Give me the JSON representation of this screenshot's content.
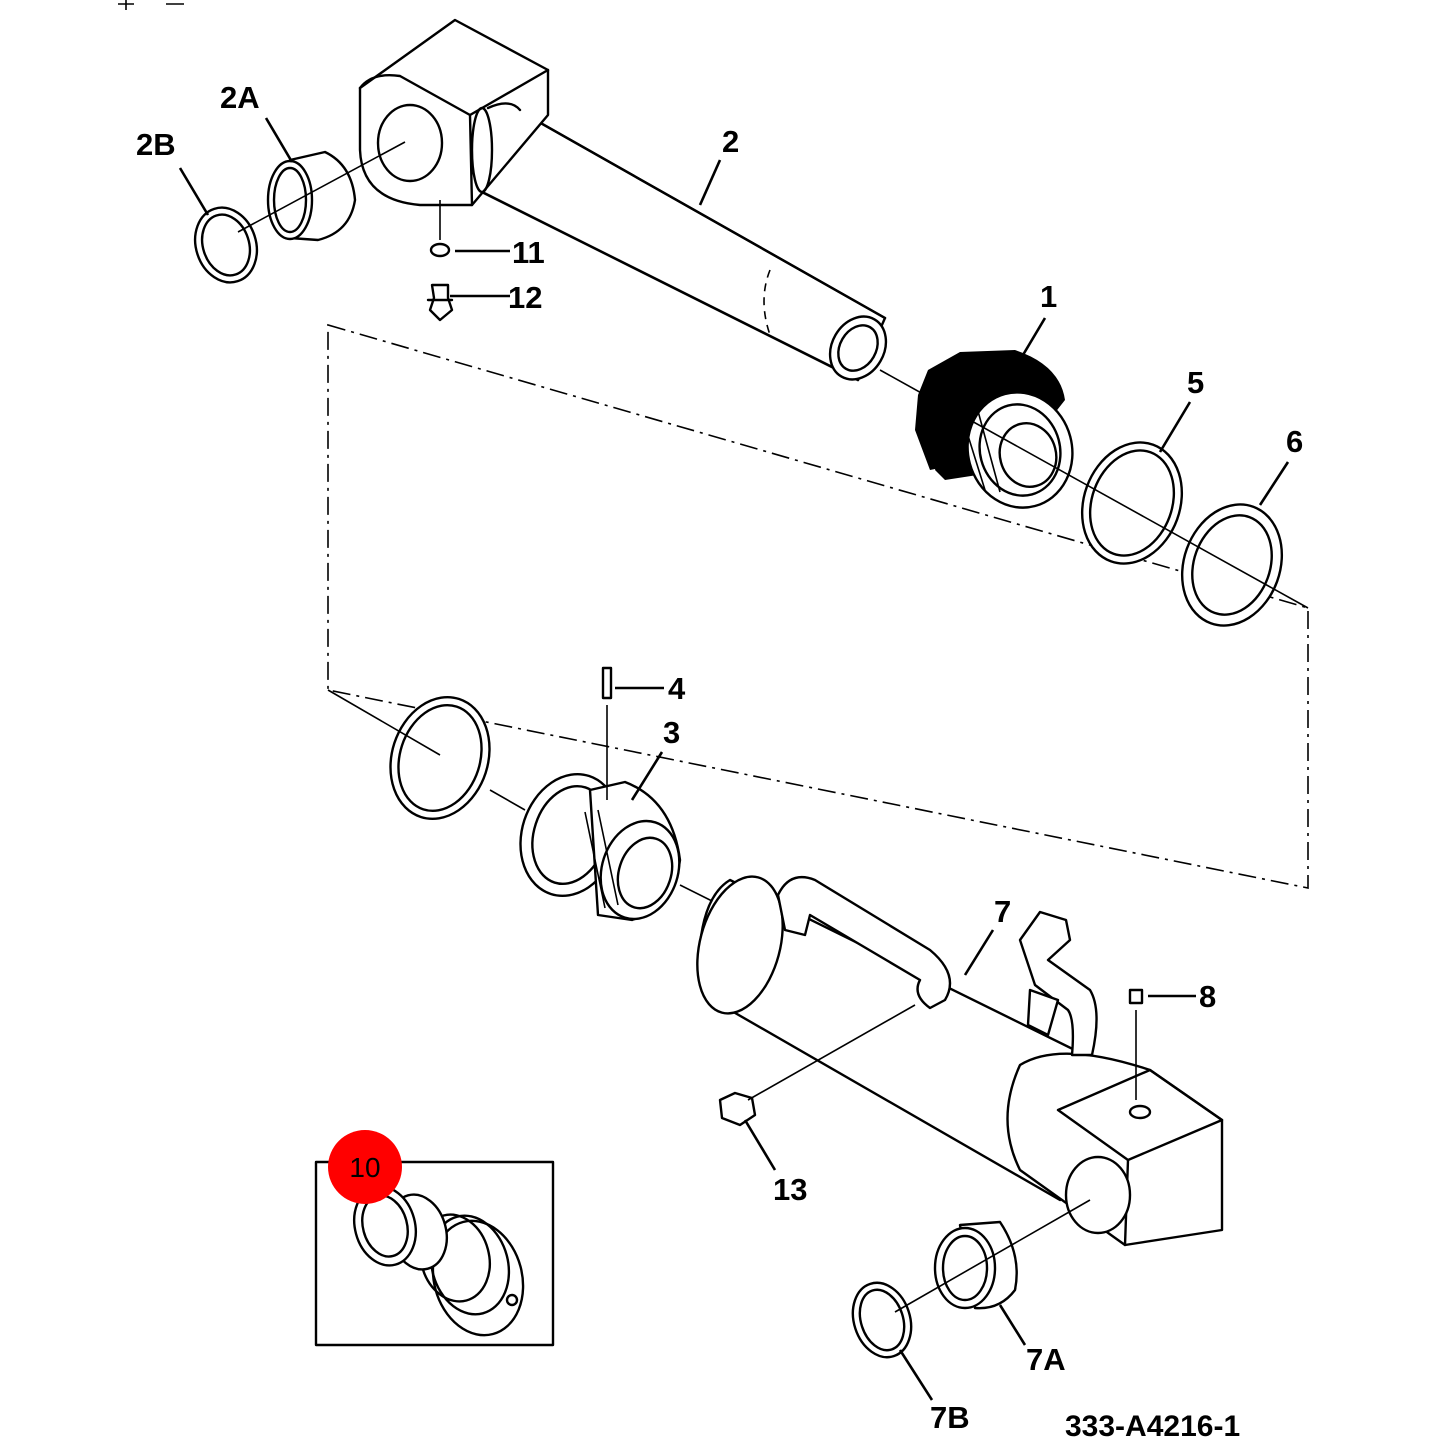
{
  "figure": {
    "id": "333-A4216-1",
    "highlight_color": "#ff0000"
  },
  "parts": {
    "p1": "1",
    "p2": "2",
    "p2a": "2A",
    "p2b": "2B",
    "p3": "3",
    "p4": "4",
    "p5": "5",
    "p6": "6",
    "p7": "7",
    "p7a": "7A",
    "p7b": "7B",
    "p8": "8",
    "p10": "10",
    "p11": "11",
    "p12": "12",
    "p13": "13"
  }
}
